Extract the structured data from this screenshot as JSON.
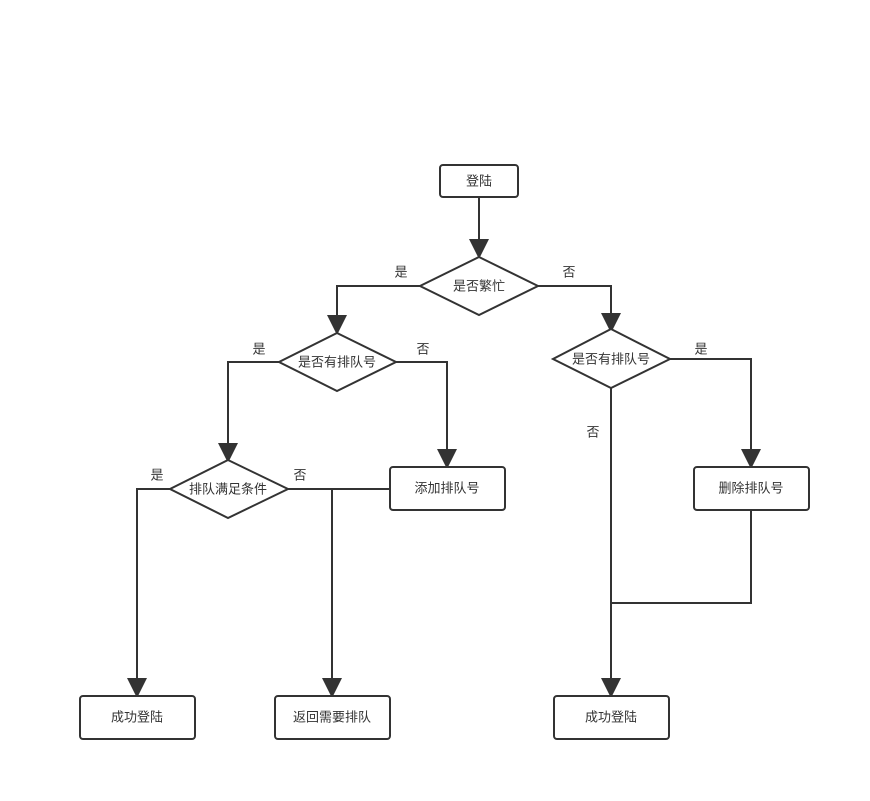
{
  "nodes": {
    "start": "登陆",
    "busy": "是否繁忙",
    "has_queue_left": "是否有排队号",
    "has_queue_right": "是否有排队号",
    "queue_ok": "排队满足条件",
    "add_queue": "添加排队号",
    "delete_queue": "删除排队号",
    "success_left": "成功登陆",
    "return_queue": "返回需要排队",
    "success_right": "成功登陆"
  },
  "edges": {
    "busy_yes": "是",
    "busy_no": "否",
    "left_has_yes": "是",
    "left_has_no": "否",
    "right_has_yes": "是",
    "right_has_no": "否",
    "queue_ok_yes": "是",
    "queue_ok_no": "否"
  }
}
